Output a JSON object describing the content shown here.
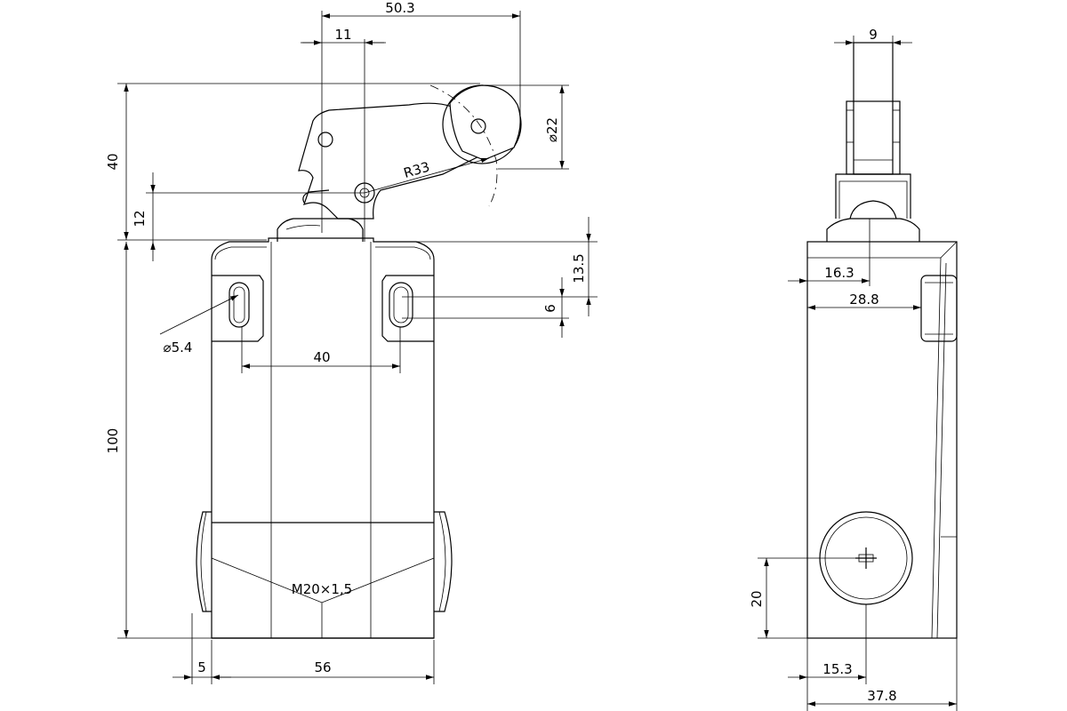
{
  "front_view": {
    "dims": {
      "d50_3": "50.3",
      "d11": "11",
      "d40_top": "40",
      "d12": "12",
      "d13_5": "13.5",
      "d6": "6",
      "d22": "⌀22",
      "r33": "R33",
      "d5_4": "⌀5.4",
      "d40_slot": "40",
      "d100": "100",
      "thread": "M20×1,5",
      "d5": "5",
      "d56": "56"
    }
  },
  "side_view": {
    "dims": {
      "d9": "9",
      "d16_3": "16.3",
      "d28_8": "28.8",
      "d20": "20",
      "d15_3": "15.3",
      "d37_8": "37.8"
    }
  }
}
